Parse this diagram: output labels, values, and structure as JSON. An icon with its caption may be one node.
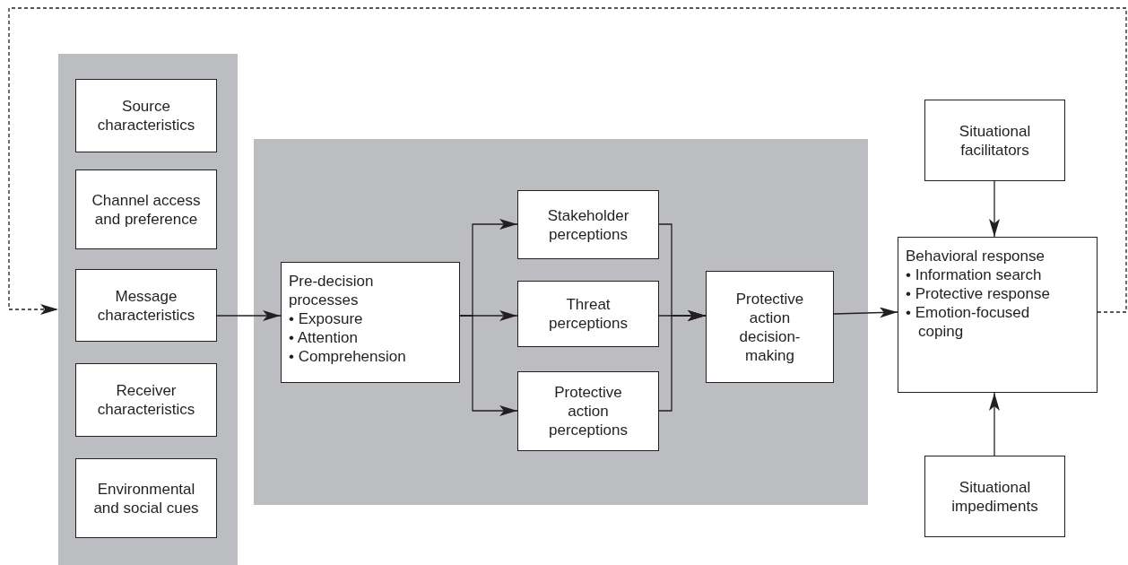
{
  "diagram": {
    "nodes": [
      {
        "text": [],
        "shape": "box"
      },
      {
        "text": [
          "Source characteristics"
        ],
        "in": 0
      },
      {
        "text": [
          "Channel access and preference"
        ],
        "in": 0
      },
      {
        "text": [
          "Message characteristics"
        ],
        "in": 0
      },
      {
        "text": [
          "Receiver characteristics"
        ],
        "in": 0
      },
      {
        "text": [
          "Environmental and social cues"
        ],
        "in": 0
      },
      {
        "text": [],
        "shape": "box"
      },
      {
        "text": [
          "Pre-decision processes",
          "• Exposure",
          "• Attention",
          "• Comprehension"
        ],
        "in": 6
      },
      {
        "text": [
          "Stakeholder perceptions"
        ],
        "in": 6
      },
      {
        "text": [
          "Threat perceptions"
        ],
        "in": 6
      },
      {
        "text": [
          "Protective action perceptions"
        ],
        "in": 6
      },
      {
        "text": [
          "Protective action decision-making"
        ],
        "in": 6
      },
      {
        "text": [
          "Situational facilitators"
        ]
      },
      {
        "text": [
          "Behavioral response",
          "• Information search",
          "• Protective response",
          "• Emotion-focused coping"
        ]
      },
      {
        "text": [
          "Situational impediments"
        ]
      }
    ],
    "edges": [
      {
        "from": 13,
        "to": 0,
        "arrow": "to",
        "style": "dashed"
      },
      {
        "from": 3,
        "to": 7,
        "arrow": "to"
      },
      {
        "from": 7,
        "to": 8,
        "arrow": "to"
      },
      {
        "from": 7,
        "to": 9,
        "arrow": "to"
      },
      {
        "from": 7,
        "to": 10,
        "arrow": "to"
      },
      {
        "from": 8,
        "to": 11,
        "arrow": "to"
      },
      {
        "from": 9,
        "to": 11,
        "arrow": "to"
      },
      {
        "from": 10,
        "to": 11,
        "arrow": "to"
      },
      {
        "from": 11,
        "to": 13,
        "arrow": "to"
      },
      {
        "from": 12,
        "to": 13,
        "arrow": "to"
      },
      {
        "from": 14,
        "to": 13,
        "arrow": "to"
      }
    ]
  }
}
